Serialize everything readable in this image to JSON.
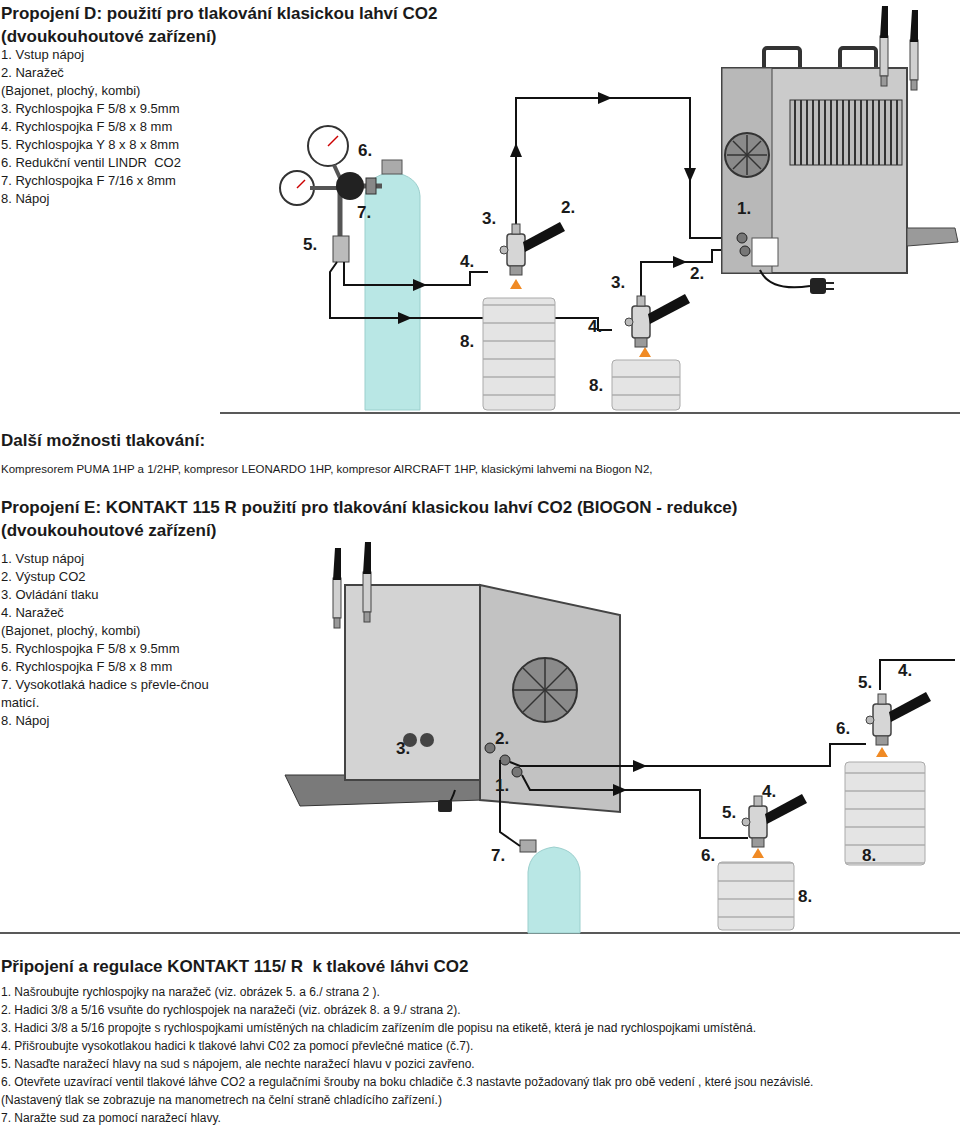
{
  "diagram": {
    "title": "Propojení D: použití pro tlakování klasickou lahví CO2 (dvoukouhoutové zařízení)",
    "labels": [
      "1. Vstup nápoj",
      "2. Naražeč",
      "(Bajonet, plochý, kombi)",
      "3. Rychlospojka F 5/8 x 9.5mm",
      "4. Rychlospojka F 5/8 x 8 mm",
      "5. Rychlospojka Y 8 x 8 x 8mm",
      "6. Redukční ventil LINDR  CO2",
      "7. Rychlospojka F 7/16 x 8mm",
      "8. Nápoj",
      "6.",
      "7.",
      "5.",
      "3.",
      "4.",
      "2.",
      "1.",
      "3.",
      "2.",
      "4.",
      "8.",
      "8.",
      "Další možnosti tlakování:",
      "Kompresorem PUMA 1HP a 1/2HP, kompresor LEONARDO 1HP, kompresor AIRCRAFT 1HP, klasickými lahvemi na Biogon N2,",
      "Propojení E: KONTAKT 115 R použití pro tlakování klasickou lahví CO2 (BIOGON - redukce)",
      "(dvoukouhoutové zařízení)",
      "1. Vstup nápoj",
      "2. Výstup CO2",
      "3. Ovládání tlaku",
      "4. Naražeč",
      "(Bajonet, plochý, kombi)",
      "5. Rychlospojka F 5/8 x 9.5mm",
      "6. Rychlospojka F 5/8 x 8 mm",
      "7. Vysokotlaká hadice s převle-čnou",
      "maticí.",
      "8. Nápoj",
      "5.",
      "4.",
      "6.",
      "3.",
      "2.",
      "1.",
      "5.",
      "4.",
      "7.",
      "6.",
      "8.",
      "8.",
      "Připojení a regulace KONTAKT 115/ R  k tlakové láhvi CO2",
      "1. Našroubujte rychlospojky na naražeč (viz. obrázek 5. a 6./ strana 2 ).",
      "2. Hadici 3/8 a 5/16 vsuňte do rychlospojek na naražeči (viz. obrázek 8. a 9./ strana 2).",
      "3. Hadici 3/8 a 5/16 propojte s rychlospojkami umístěných na chladicím zařízením dle popisu na etiketě, která je nad rychlospojkami umístěná.",
      "4. Přišroubujte vysokotlakou hadici k tlakové lahvi C02 za pomocí převlečné matice (č.7).",
      "5. Nasaďte naražecí hlavy na sud s nápojem, ale nechte naražecí hlavu v pozici zavřeno.",
      "6. Otevřete uzavírací ventil tlakové láhve CO2 a regulačními šrouby na boku chladiče č.3 nastavte požadovaný tlak pro obě vedení , které jsou nezávislé.",
      "(Nastavený tlak se zobrazuje na manometrech na čelní straně chladícího zařízení.)",
      "7. Naražte sud za pomocí naražecí hlavy."
    ]
  }
}
